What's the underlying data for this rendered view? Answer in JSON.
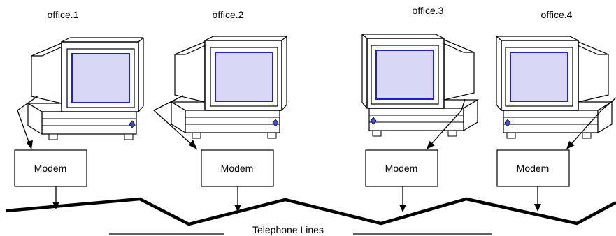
{
  "offices": [
    {
      "label": "office.1",
      "modem_label": "Modem"
    },
    {
      "label": "office.2",
      "modem_label": "Modem"
    },
    {
      "label": "office.3",
      "modem_label": "Modem"
    },
    {
      "label": "office.4",
      "modem_label": "Modem"
    }
  ],
  "network": {
    "label": "Telephone Lines"
  },
  "colors": {
    "screen_fill": "#d8d8f6",
    "screen_border": "#2020c8",
    "led": "#3b4ed8",
    "line": "#000000",
    "background": "#ffffff"
  }
}
